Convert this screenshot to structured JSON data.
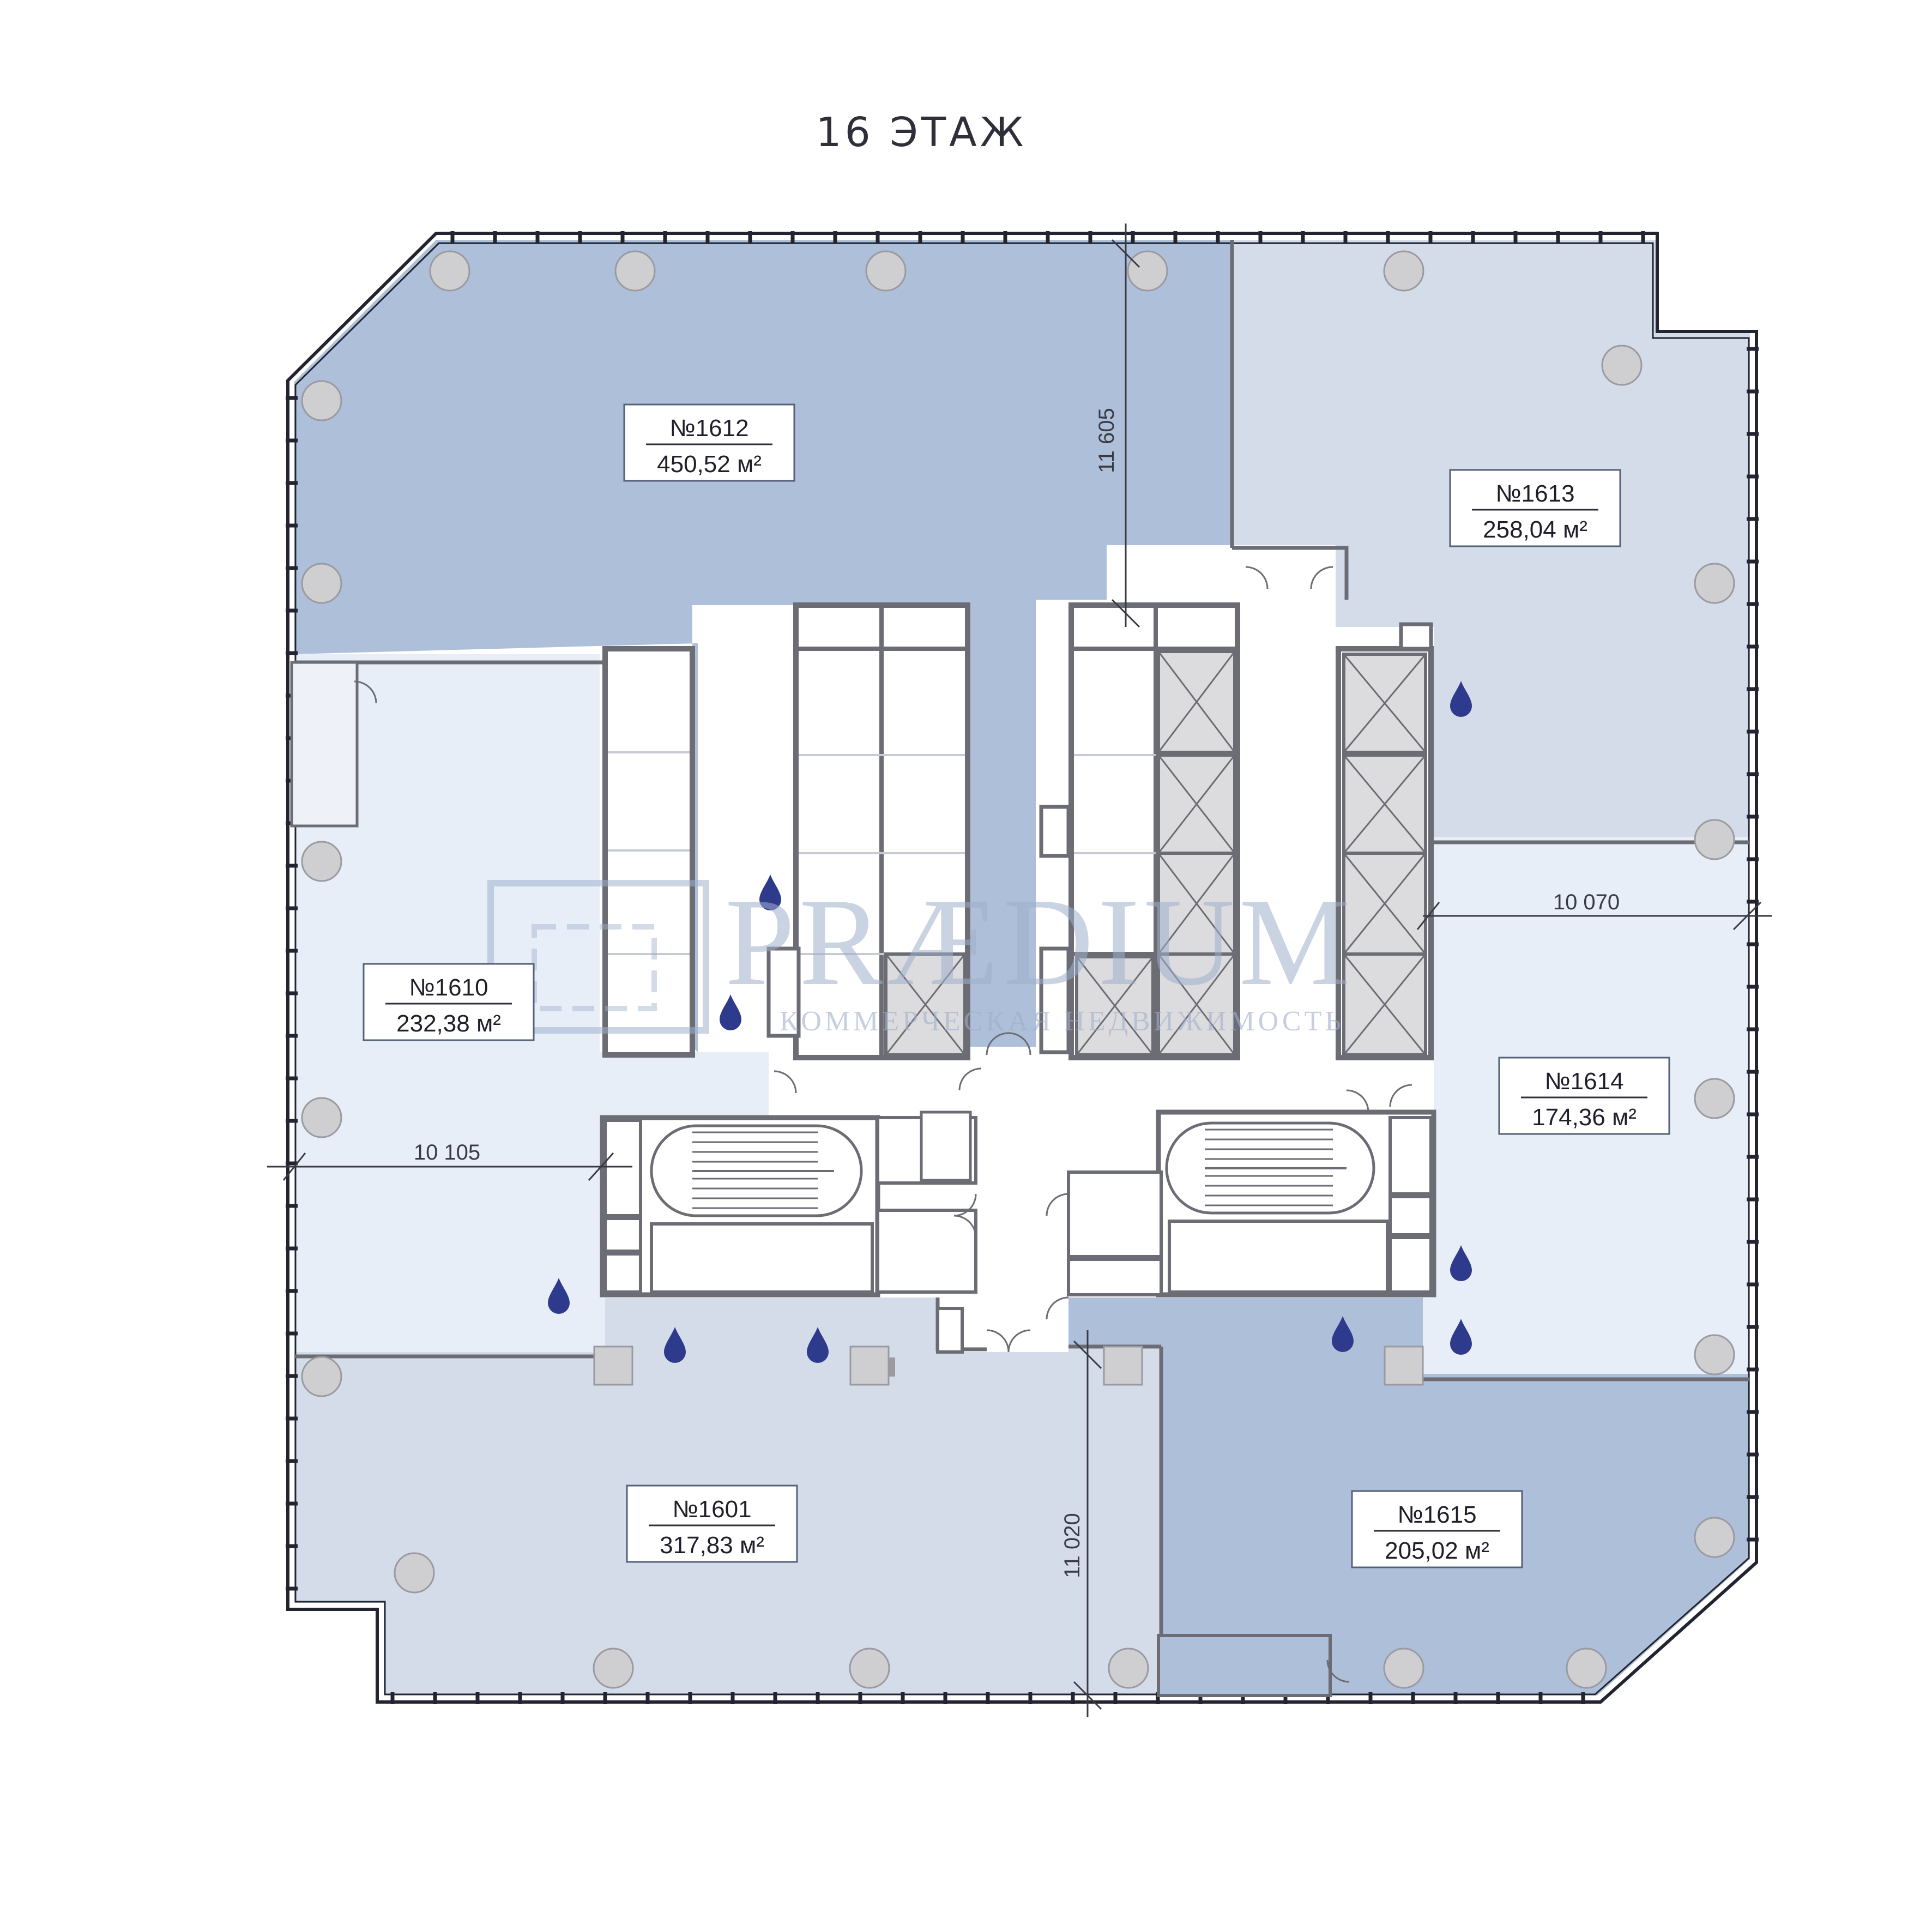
{
  "floor_title": "16 ЭТАЖ",
  "units": [
    {
      "id": "1612",
      "number": "№1612",
      "area": "450,52 м²",
      "color": "#aebfd9"
    },
    {
      "id": "1613",
      "number": "№1613",
      "area": "258,04 м²",
      "color": "#d4dcea"
    },
    {
      "id": "1610",
      "number": "№1610",
      "area": "232,38 м²",
      "color": "#e8eef7"
    },
    {
      "id": "1614",
      "number": "№1614",
      "area": "174,36 м²",
      "color": "#e8eef7"
    },
    {
      "id": "1601",
      "number": "№1601",
      "area": "317,83 м²",
      "color": "#d4dcea"
    },
    {
      "id": "1615",
      "number": "№1615",
      "area": "205,02 м²",
      "color": "#aebfd9"
    }
  ],
  "dimensions": {
    "north": "11 605",
    "east": "10 070",
    "west": "10 105",
    "south": "11 020"
  },
  "watermark": {
    "brand": "PRÆDIUM",
    "tagline": "КОММЕРЧЕСКАЯ НЕДВИЖИМОСТЬ"
  },
  "colors": {
    "core": "#ffffff",
    "wall": "#6b6c74",
    "water_marker": "#2e3a8c"
  },
  "icons": [
    "water-drop-icon",
    "column-icon",
    "elevator-shaft-icon",
    "staircase-icon",
    "door-swing-icon"
  ]
}
